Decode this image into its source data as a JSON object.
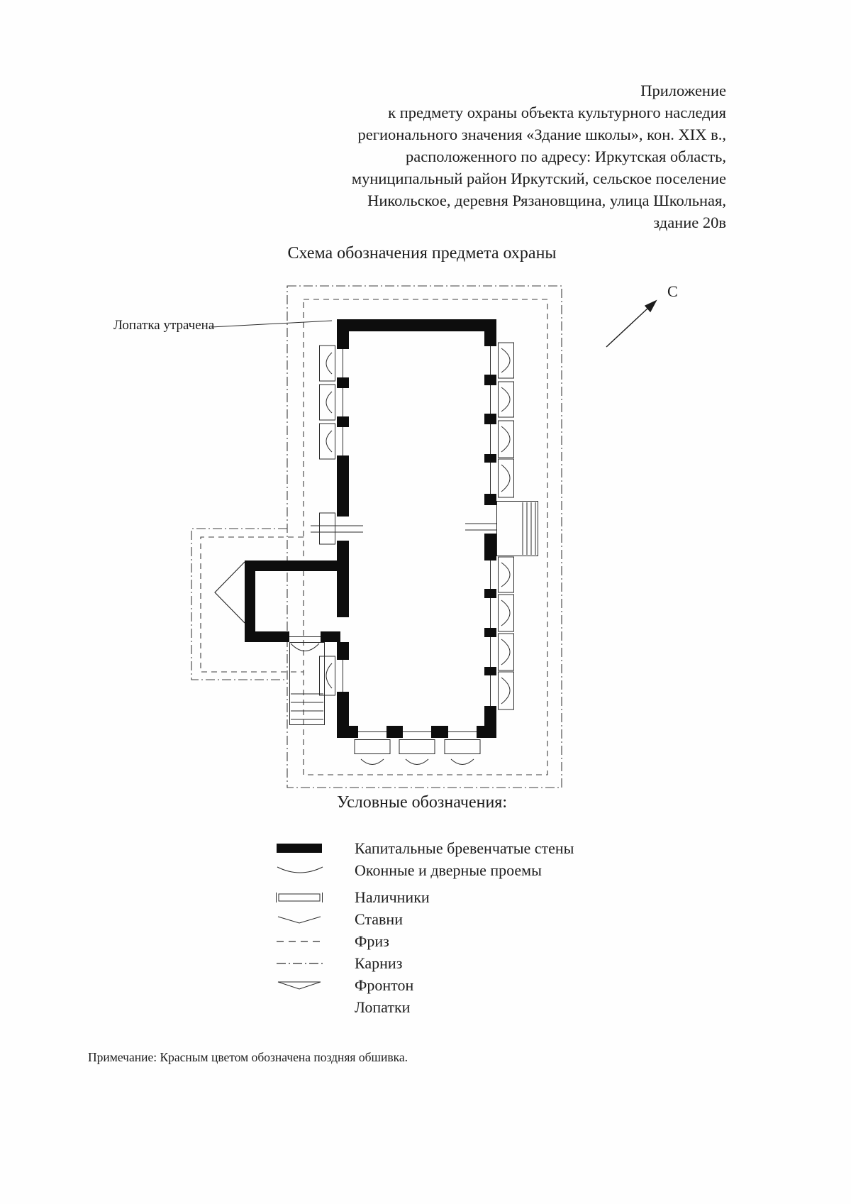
{
  "page": {
    "header_lines": [
      "Приложение",
      "к предмету охраны объекта культурного наследия",
      "регионального значения «Здание школы», кон. XIX в.,",
      "расположенного по адресу: Иркутская область,",
      "муниципальный район Иркутский, сельское поселение",
      "Никольское, деревня Рязановщина, улица Школьная,",
      "здание 20в"
    ],
    "title": "Схема обозначения предмета охраны",
    "note": "Примечание: Красным цветом обозначена поздняя обшивка."
  },
  "diagram": {
    "annotation_lost_pilaster": "Лопатка утрачена",
    "north_label": "С"
  },
  "legend": {
    "title": "Условные обозначения:",
    "items": [
      {
        "label": "Капитальные бревенчатые стены",
        "symbol": "solid-wall-bar"
      },
      {
        "label": "Оконные и дверные проемы",
        "symbol": "opening-arc"
      },
      {
        "label": "Наличники",
        "symbol": "casing-frame"
      },
      {
        "label": "Ставни",
        "symbol": "shutter-chevron"
      },
      {
        "label": "Фриз",
        "symbol": "dashed-line"
      },
      {
        "label": "Карниз",
        "symbol": "dash-dot-line"
      },
      {
        "label": "Фронтон",
        "symbol": "pediment-triangle"
      },
      {
        "label": "Лопатки",
        "symbol": "none"
      }
    ]
  }
}
